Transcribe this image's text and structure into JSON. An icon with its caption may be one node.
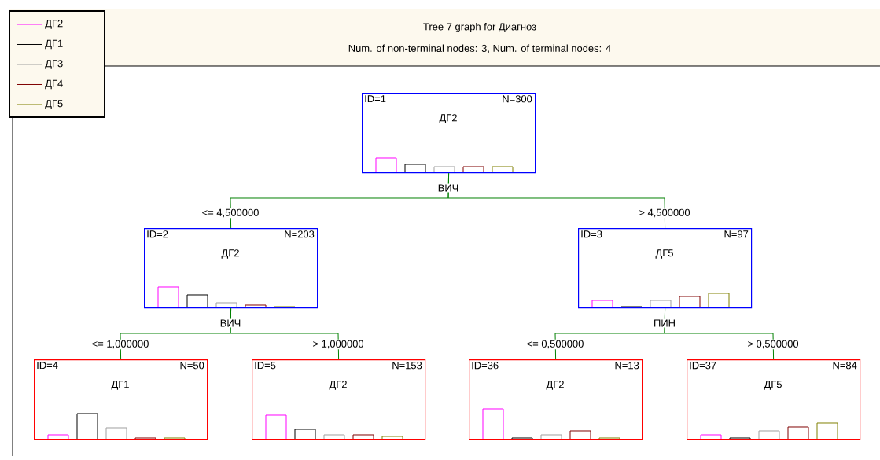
{
  "diagram": {
    "title": "Tree 7 graph for Диагноз",
    "caption": "Num. of non-terminal nodes: 3,  Num. of terminal nodes: 4",
    "nodes": [
      {
        "text": [
          "ID=1",
          "N=300",
          "ДГ2"
        ],
        "beside": [
          "ВИЧ"
        ]
      },
      {
        "text": [
          "ID=2",
          "N=203",
          "ДГ2"
        ],
        "beside": [
          "ВИЧ"
        ]
      },
      {
        "text": [
          "ID=3",
          "N=97",
          "ДГ5"
        ],
        "beside": [
          "ПИН"
        ]
      },
      {
        "text": [
          "ID=4",
          "N=50",
          "ДГ1"
        ]
      },
      {
        "text": [
          "ID=5",
          "N=153",
          "ДГ2"
        ]
      },
      {
        "text": [
          "ID=36",
          "N=13",
          "ДГ2"
        ]
      },
      {
        "text": [
          "ID=37",
          "N=84",
          "ДГ5"
        ]
      }
    ],
    "edges": [
      {
        "from": 0,
        "to": 1,
        "arrow": "none",
        "label": "<= 4,500000"
      },
      {
        "from": 0,
        "to": 2,
        "arrow": "none",
        "label": "> 4,500000"
      },
      {
        "from": 1,
        "to": 3,
        "arrow": "none",
        "label": "<= 1,000000"
      },
      {
        "from": 1,
        "to": 4,
        "arrow": "none",
        "label": "> 1,000000"
      },
      {
        "from": 2,
        "to": 5,
        "arrow": "none",
        "label": "<= 0,500000"
      },
      {
        "from": 2,
        "to": 6,
        "arrow": "none",
        "label": "> 0,500000"
      }
    ],
    "legend": [
      {
        "text": "ДГ2"
      },
      {
        "text": "ДГ1"
      },
      {
        "text": "ДГ3"
      },
      {
        "text": "ДГ4"
      },
      {
        "text": "ДГ5"
      }
    ]
  }
}
